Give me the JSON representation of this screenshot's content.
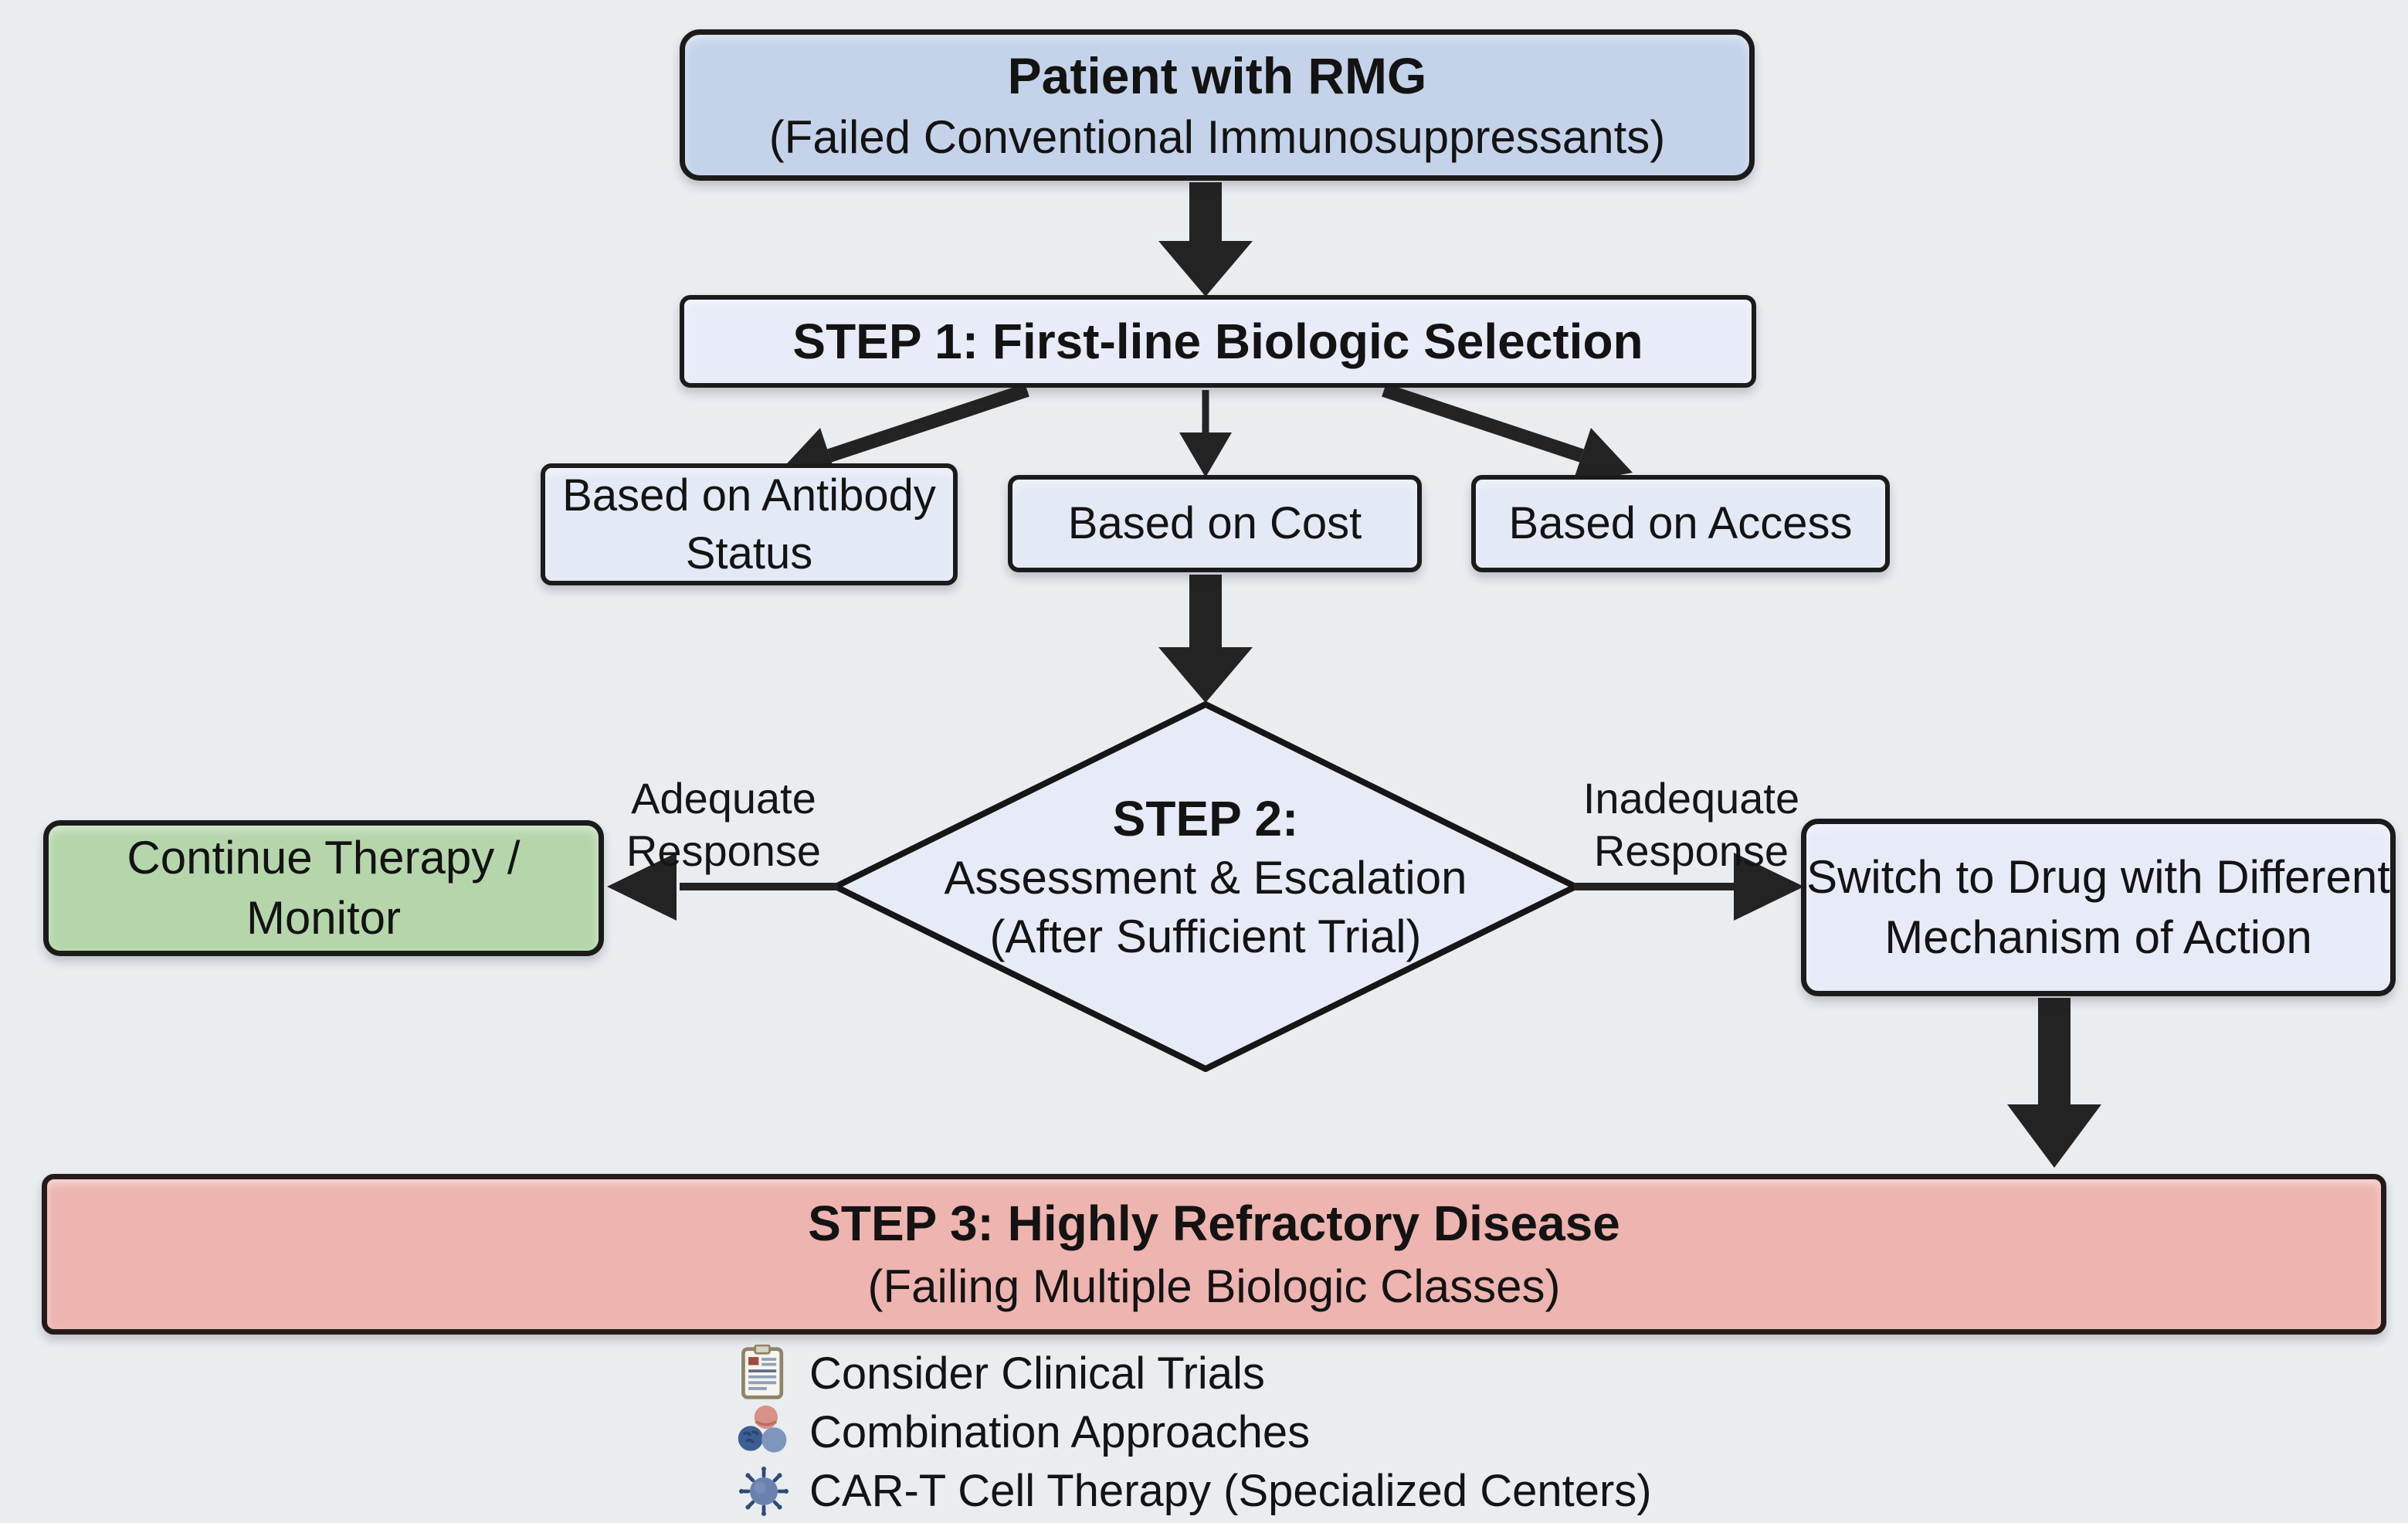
{
  "background": "#e9edf0",
  "ink": "#1b1b1b",
  "arrow_color": "#232323",
  "nodes": {
    "patient": {
      "title": "Patient with RMG",
      "subtitle": "(Failed Conventional Immunosuppressants)",
      "fill": "#c4d3e9"
    },
    "step1": {
      "title": "STEP 1: First-line Biologic Selection",
      "fill": "#e8ecf8"
    },
    "antibody": {
      "label": "Based on Antibody Status",
      "fill": "#e3e9f5"
    },
    "cost": {
      "label": "Based on Cost",
      "fill": "#e3e9f5"
    },
    "access": {
      "label": "Based on Access",
      "fill": "#e3e9f5"
    },
    "step2": {
      "title": "STEP 2:",
      "line2": "Assessment & Escalation",
      "line3": "(After Sufficient Trial)",
      "fill": "#e6ebf7"
    },
    "continue_therapy": {
      "label": "Continue Therapy / Monitor",
      "fill": "#b5d6ab"
    },
    "switch_drug": {
      "label": "Switch to Drug with Different Mechanism of Action",
      "fill": "#e6ebf7"
    },
    "step3": {
      "title": "STEP 3: Highly Refractory Disease",
      "subtitle": "(Failing Multiple Biologic Classes)",
      "fill": "#eeb4b0"
    }
  },
  "edge_labels": {
    "adequate": "Adequate Response",
    "inadequate": "Inadequate Response"
  },
  "footer": {
    "items": [
      {
        "icon": "clipboard-icon",
        "label": "Consider Clinical Trials"
      },
      {
        "icon": "combination-cells-icon",
        "label": "Combination Approaches"
      },
      {
        "icon": "car-t-cell-icon",
        "label": "CAR-T Cell Therapy (Specialized Centers)"
      }
    ]
  }
}
